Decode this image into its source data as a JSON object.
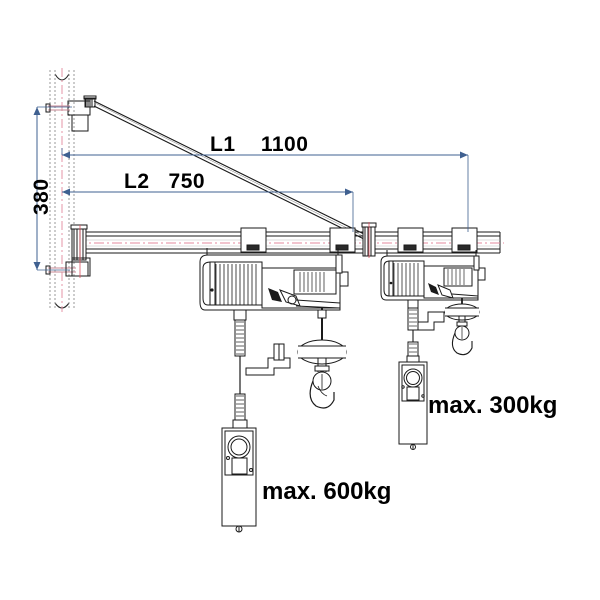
{
  "drawing": {
    "title": "wall mounted jib crane with two electric hoists",
    "background_color": "#ffffff",
    "line_color": "#1a1a1a",
    "dimension_color": "#3f6090",
    "centerline_color": "#e38a9e",
    "hidden_line_color": "#9a9a9a"
  },
  "dimensions": {
    "height": {
      "label": "380",
      "orientation": "vertical",
      "name": "mounting-height"
    },
    "l1": {
      "label": "L1    1100",
      "code": "L1",
      "value": "1100",
      "orientation": "horizontal"
    },
    "l2": {
      "label": "L2   750",
      "code": "L2",
      "value": "750",
      "orientation": "horizontal"
    }
  },
  "capacities": {
    "main_hoist": "max. 600kg",
    "aux_hoist": "max. 300kg"
  },
  "components": {
    "wall_column": "wall-column",
    "upper_bracket": "upper-wall-bracket",
    "lower_bracket": "lower-wall-bracket",
    "tie_rod": "diagonal-tie-rod",
    "rail_beam": "horizontal-rail-beam",
    "trolley_clamps": [
      "clamp-1",
      "clamp-2",
      "clamp-3",
      "clamp-4"
    ],
    "main_hoist": "electric-hoist-600kg",
    "aux_hoist": "electric-hoist-300kg",
    "main_hook": "lifting-hook-main",
    "aux_hook": "lifting-hook-aux",
    "main_pendant": "pendant-control-main",
    "aux_pendant": "pendant-control-aux"
  }
}
